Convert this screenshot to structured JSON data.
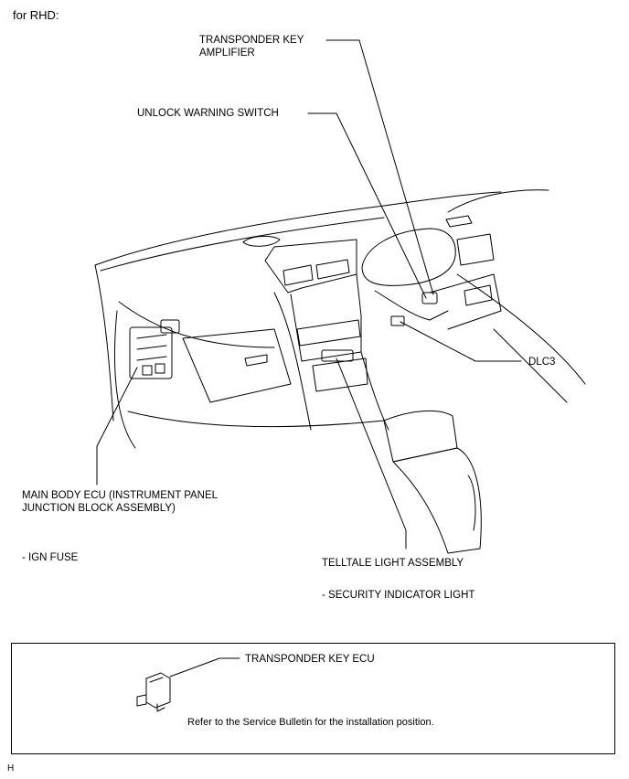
{
  "header": {
    "variant": "for RHD:"
  },
  "labels": {
    "transponder_amp_1": "TRANSPONDER KEY",
    "transponder_amp_2": "AMPLIFIER",
    "unlock_switch": "UNLOCK WARNING SWITCH",
    "dlc3": "DLC3",
    "main_body_ecu_1": "MAIN BODY ECU (INSTRUMENT PANEL",
    "main_body_ecu_2": "JUNCTION BLOCK ASSEMBLY)",
    "ign_fuse": "- IGN FUSE",
    "telltale": "TELLTALE LIGHT ASSEMBLY",
    "security_light": "- SECURITY INDICATOR LIGHT"
  },
  "inset": {
    "ecu_label": "TRANSPONDER KEY ECU",
    "note": "Refer to the Service Bulletin for the installation position."
  },
  "footer": {
    "code": "H"
  }
}
